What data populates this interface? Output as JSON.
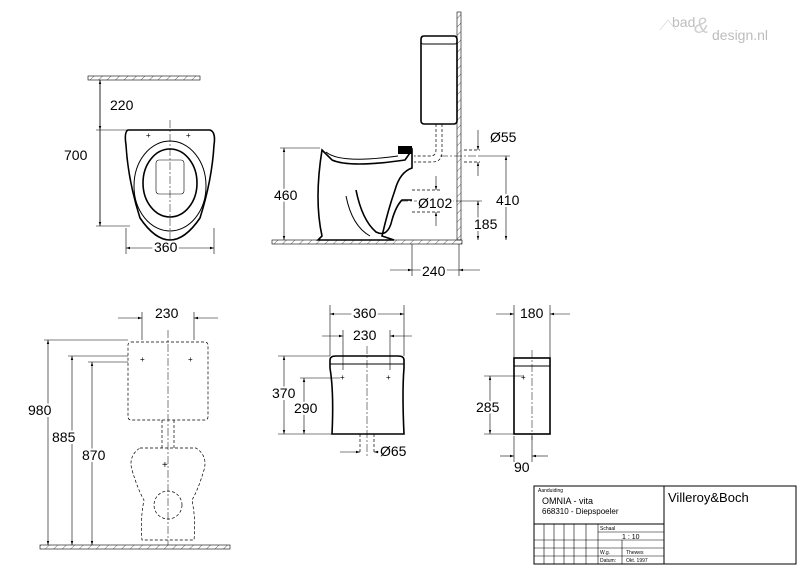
{
  "watermark": {
    "left": "bad",
    "amp": "&",
    "right": "design.nl"
  },
  "dimensions": {
    "top_view_seat_offset": "220",
    "top_view_length": "700",
    "top_view_width": "360",
    "side_height": "460",
    "side_pipe_diameter": "Ø55",
    "side_outlet_diameter": "Ø102",
    "side_inlet_height": "410",
    "side_outlet_height": "185",
    "side_depth": "240",
    "front_cistern_width": "230",
    "front_total_height": "980",
    "front_height_2": "885",
    "front_height_3": "870",
    "cistern_width": "360",
    "cistern_hole_spacing": "230",
    "cistern_height": "370",
    "cistern_hole_height": "290",
    "cistern_outlet_diameter": "Ø65",
    "cistern_side_width": "180",
    "cistern_side_hole_height": "285",
    "cistern_side_offset": "90"
  },
  "title_block": {
    "small_label": "Aanduiding",
    "product": "OMNIA - vita",
    "article": "668310 - Diepspoeler",
    "brand": "Villeroy&Boch",
    "schaal_label": "Schaal",
    "schaal_value": "1 : 10",
    "wg_label": "W.g.",
    "wg_value": "Thewes",
    "datum_label": "Datum:",
    "datum_value": "Okt. 1997"
  }
}
